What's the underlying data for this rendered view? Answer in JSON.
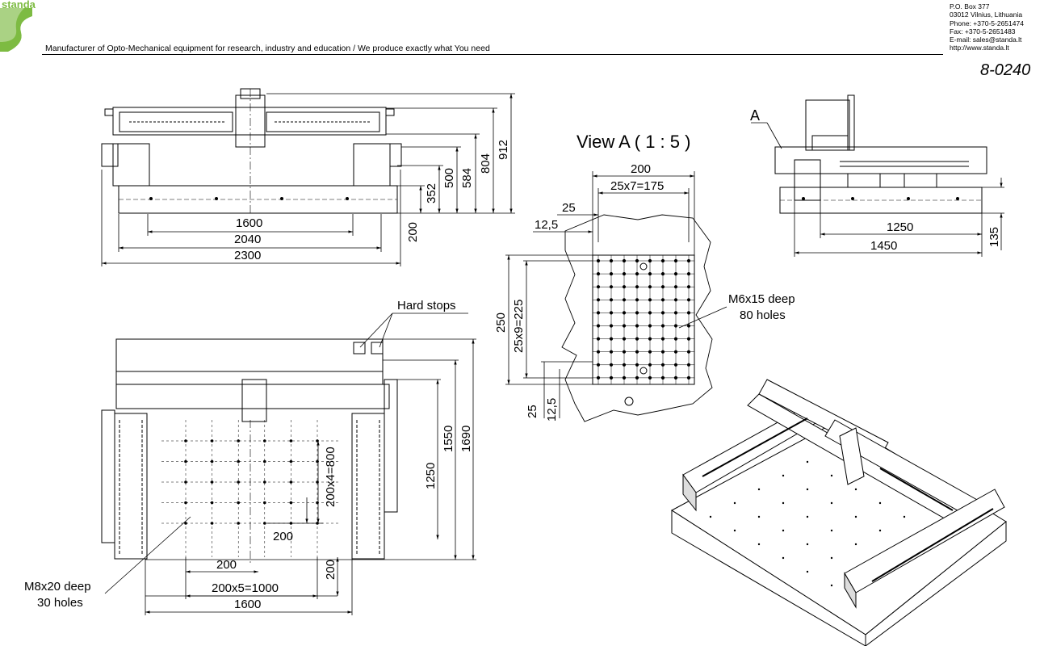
{
  "header": {
    "logo_text": "standa",
    "tagline": "Manufacturer of Opto-Mechanical equipment for research, industry and education / We produce exactly what You need",
    "contact": [
      "P.O. Box 377",
      "03012 Vilnius, Lithuania",
      "Phone: +370-5-2651474",
      "Fax: +370-5-2651483",
      "E-mail: sales@standa.lt",
      "http://www.standa.lt"
    ],
    "drawing_number": "8-0240"
  },
  "colors": {
    "brand_green": "#7dbb42",
    "line": "#000000"
  },
  "front_view": {
    "dims_horizontal": [
      "1600",
      "2040",
      "2300"
    ],
    "dims_vertical": [
      "200",
      "352",
      "500",
      "584",
      "804",
      "912"
    ]
  },
  "side_view": {
    "callout": "A",
    "dims_horizontal": [
      "1250",
      "1450"
    ],
    "dims_vertical": [
      "135"
    ]
  },
  "view_a": {
    "title": "View A ( 1 : 5 )",
    "dims_top": [
      "200",
      "25x7=175"
    ],
    "dims_left_top": [
      "25",
      "12,5"
    ],
    "dims_vertical": [
      "250",
      "25x9=225"
    ],
    "dims_bottom": [
      "25",
      "12,5"
    ],
    "holes_label": [
      "M6x15 deep",
      "80 holes"
    ]
  },
  "top_view": {
    "hard_stops": "Hard stops",
    "dims_vertical": [
      "1250",
      "1550",
      "1690",
      "200x4=800",
      "200"
    ],
    "dims_horizontal": [
      "200",
      "200",
      "200x5=1000",
      "1600"
    ],
    "holes_label": [
      "M8x20 deep",
      "30 holes"
    ]
  }
}
